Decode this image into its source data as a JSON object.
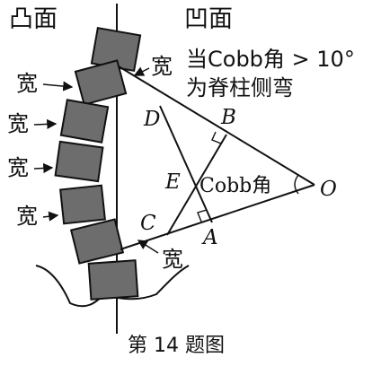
{
  "labels": {
    "convex": "凸面",
    "concave": "凹面",
    "criterion_line1": "当Cobb角 > 10°",
    "criterion_line2": "为脊柱侧弯",
    "wide": "宽",
    "cobb_angle": "Cobb角",
    "caption": "第 14 题图"
  },
  "points": {
    "O": "O",
    "A": "A",
    "B": "B",
    "C": "C",
    "D": "D",
    "E": "E"
  }
}
